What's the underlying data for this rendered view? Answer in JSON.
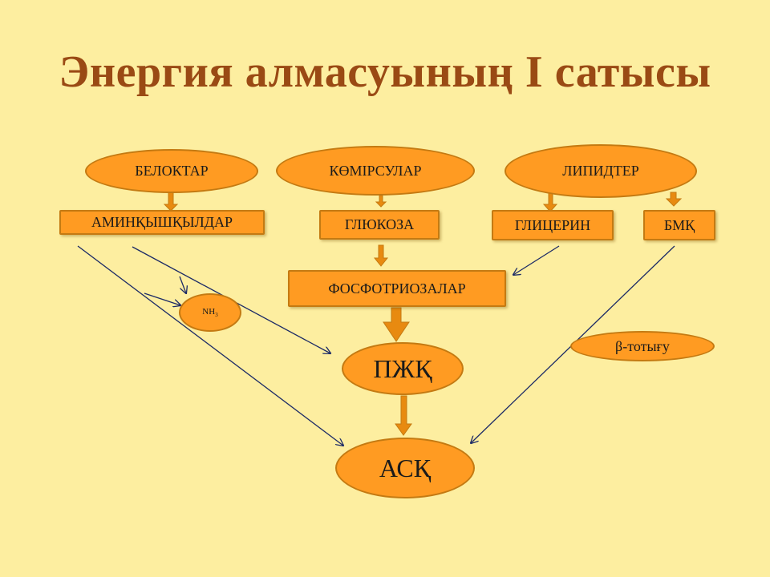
{
  "title": "Энергия алмасуының I сатысы",
  "nodes": {
    "belоktar": "БЕЛОКТАР",
    "komirsular": "КӨМІРСУЛАР",
    "lipidter": "ЛИПИДТЕР",
    "aminkyshkyldar": "АМИНҚЫШҚЫЛДАР",
    "glukoza": "ГЛЮКОЗА",
    "glitserin": "ГЛИЦЕРИН",
    "bmk": "БМҚ",
    "fosfotriozalar": "ФОСФОТРИОЗАЛАР",
    "nh3_main": "NH",
    "nh3_sub": "3",
    "pzhk": "ПЖҚ",
    "beta_totygu": "β-тотығу",
    "ask": "АСҚ"
  },
  "colors": {
    "background": "#fdeea0",
    "title": "#9a4a14",
    "node_fill": "#ff9b22",
    "node_border": "#c47a12",
    "thin_arrow": "#1c2a66",
    "block_arrow": "#e88a10"
  }
}
